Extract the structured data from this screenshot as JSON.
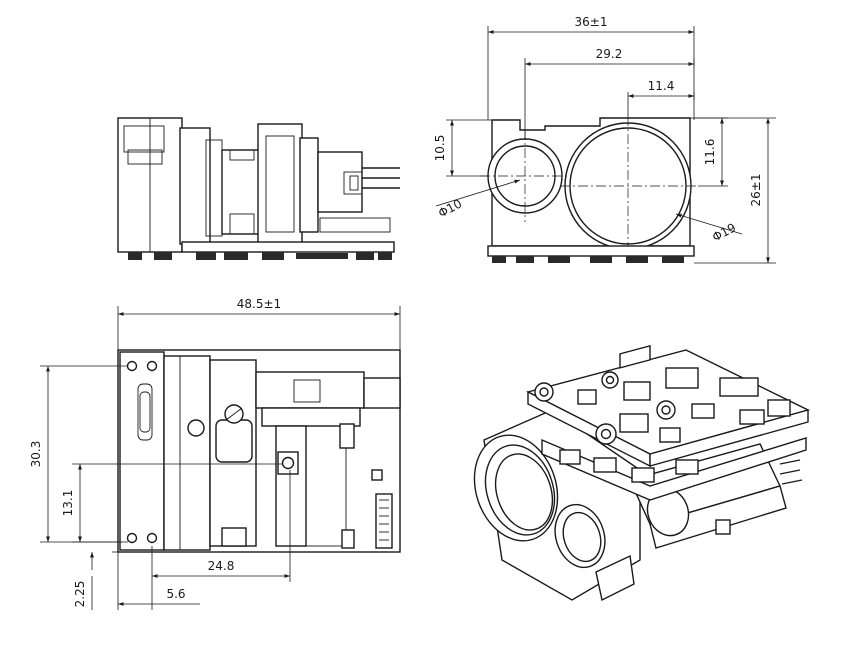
{
  "dimensions": {
    "width_total": "36±1",
    "lens_spacing_outer": "29.2",
    "lens_large_offset": "11.4",
    "lens_small_height": "10.5",
    "lens_large_height": "11.6",
    "height_total": "26±1",
    "lens_small_diameter": "Φ10",
    "lens_large_diameter": "Φ19",
    "length_total": "48.5±1",
    "mount_hole_spacing_v": "30.3",
    "mount_hole_offset_v": "13.1",
    "mount_hole_offset_h": "24.8",
    "mount_hole_bottom": "2.25",
    "mount_hole_left": "5.6"
  }
}
